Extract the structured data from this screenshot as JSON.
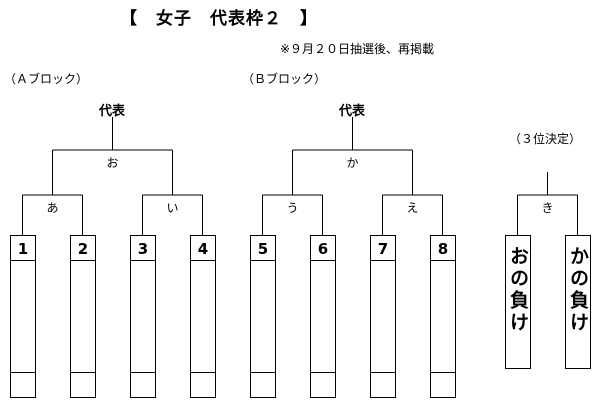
{
  "title": "【　女子　代表枠２　】",
  "note": "※９月２０日抽選後、再掲載",
  "blocks": [
    {
      "label": "（Ａブロック）",
      "rep": "代表"
    },
    {
      "label": "（Ｂブロック）",
      "rep": "代表"
    }
  ],
  "third_place": {
    "label": "（３位決定）"
  },
  "matches": [
    "お",
    "あ",
    "い",
    "か",
    "う",
    "え",
    "き"
  ],
  "slots": [
    "1",
    "2",
    "3",
    "4",
    "5",
    "6",
    "7",
    "8"
  ],
  "third_slots": [
    "おの負け",
    "かの負け"
  ]
}
